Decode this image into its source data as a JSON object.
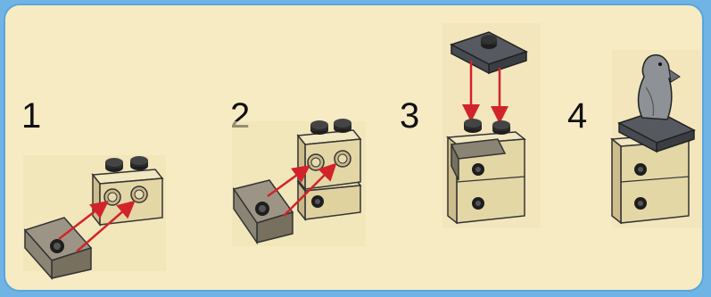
{
  "steps": [
    {
      "number": "1"
    },
    {
      "number": "2"
    },
    {
      "number": "3"
    },
    {
      "number": "4"
    }
  ],
  "colors": {
    "background_border": "#6fb4e4",
    "panel": "#f7ebc4",
    "tan_brick": "#e4d7a6",
    "tan_shadow": "#c8b888",
    "dark_tan": "#8a8474",
    "dark_grey": "#4a4d52",
    "medium_grey": "#8e9296",
    "black_stud": "#1e1e1e",
    "arrow_red": "#d2232a"
  },
  "icons": [
    "tan-brick-icon",
    "dark-tan-plate-icon",
    "grey-plate-icon",
    "parrot-figure-icon",
    "red-arrow-icon"
  ]
}
